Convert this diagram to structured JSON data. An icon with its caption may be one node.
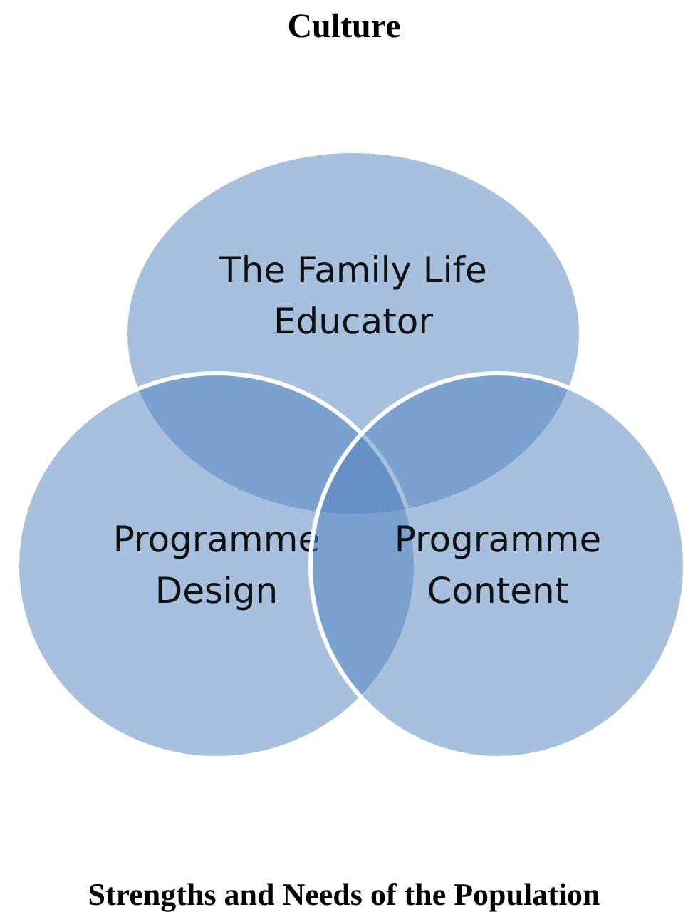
{
  "diagram": {
    "title": "Culture",
    "caption": "Strengths and Needs of the Population",
    "nodes": [
      {
        "text": [
          "The Family Life Educator"
        ]
      },
      {
        "text": [
          "Programme Design"
        ]
      },
      {
        "text": [
          "Programme Content"
        ]
      }
    ]
  }
}
